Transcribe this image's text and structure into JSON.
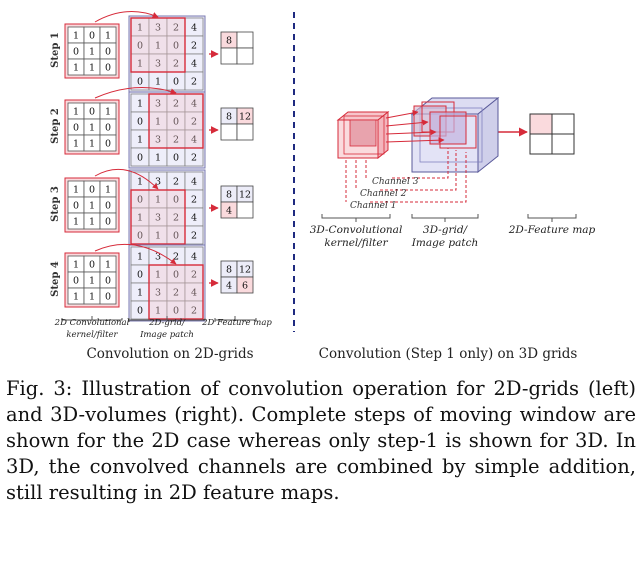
{
  "figure": {
    "kernel": [
      [
        "1",
        "0",
        "1"
      ],
      [
        "0",
        "1",
        "0"
      ],
      [
        "1",
        "1",
        "0"
      ]
    ],
    "grid": [
      [
        "1",
        "3",
        "2",
        "4"
      ],
      [
        "0",
        "1",
        "0",
        "2"
      ],
      [
        "1",
        "3",
        "2",
        "4"
      ],
      [
        "0",
        "1",
        "0",
        "2"
      ]
    ],
    "steps": [
      {
        "label": "Step 1",
        "map": [
          "8",
          "",
          "",
          ""
        ]
      },
      {
        "label": "Step 2",
        "map": [
          "8",
          "12",
          "",
          ""
        ]
      },
      {
        "label": "Step 3",
        "map": [
          "8",
          "12",
          "4",
          ""
        ]
      },
      {
        "label": "Step 4",
        "map": [
          "8",
          "12",
          "4",
          "6"
        ]
      }
    ],
    "labels_2d": {
      "kernel_l1": "2D Convolutional",
      "kernel_l2": "kernel/filter",
      "grid_l1": "2D-grid/",
      "grid_l2": "Image patch",
      "map": "2D Feature map",
      "title": "Convolution on 2D-grids"
    },
    "labels_3d": {
      "channel3": "Channel 3",
      "channel2": "Channel 2",
      "channel1": "Channel 1",
      "kernel_l1": "3D-Convolutional",
      "kernel_l2": "kernel/filter",
      "grid_l1": "3D-grid/",
      "grid_l2": "Image patch",
      "map": "2D-Feature map",
      "title": "Convolution (Step 1 only) on 3D grids"
    },
    "colors": {
      "red": "#d62b3a",
      "kernel_fill": "#fadadd",
      "grid_fill": "#e6e6f6",
      "divider": "#1f2a80"
    }
  },
  "caption": "Fig. 3: Illustration of convolution operation for 2D-grids (left) and 3D-volumes (right). Complete steps of moving window are shown for the 2D case whereas only step-1 is shown for 3D. In 3D, the convolved channels are combined by simple addition, still resulting in 2D feature maps."
}
